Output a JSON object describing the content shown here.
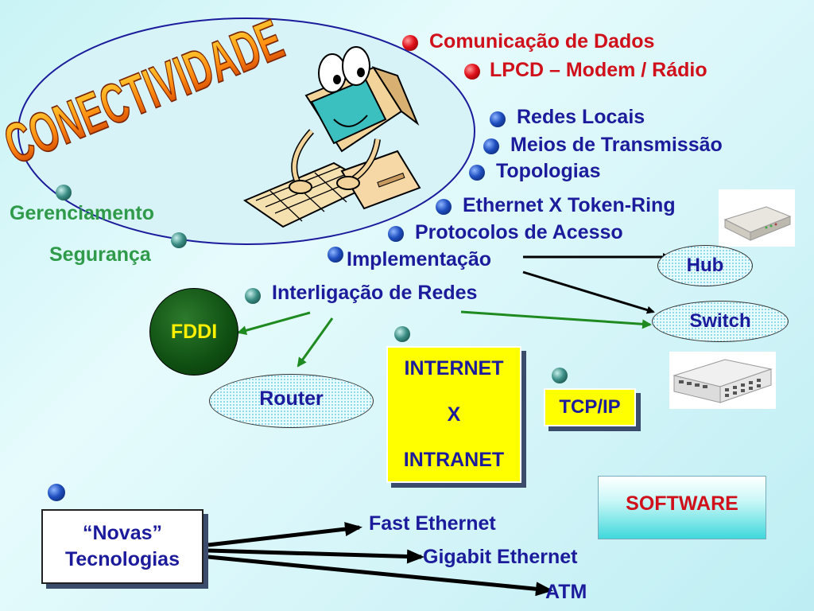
{
  "slide": {
    "title": "CONECTIVIDADE",
    "items": [
      "Comunicação de Dados",
      "LPCD – Modem / Rádio",
      "Redes Locais",
      "Meios de Transmissão",
      "Topologias",
      "Ethernet X Token-Ring",
      "Protocolos de Acesso",
      "Implementação",
      "Interligação de Redes"
    ],
    "side": [
      "Gerenciamento",
      "Segurança"
    ],
    "devices": {
      "hub": "Hub",
      "switch": "Switch",
      "router": "Router",
      "fddi": "FDDI"
    },
    "internet": {
      "line1": "INTERNET",
      "line2": "X",
      "line3": "INTRANET"
    },
    "tcpip": "TCP/IP",
    "software": "SOFTWARE",
    "novas": {
      "line1": "“Novas”",
      "line2": "Tecnologias"
    },
    "techs": [
      "Fast Ethernet",
      "Gigabit Ethernet",
      "ATM"
    ]
  },
  "colors": {
    "navy": "#1b1b9c",
    "red": "#d0101a",
    "green": "#2f9a49",
    "yellow": "#ffff00"
  }
}
